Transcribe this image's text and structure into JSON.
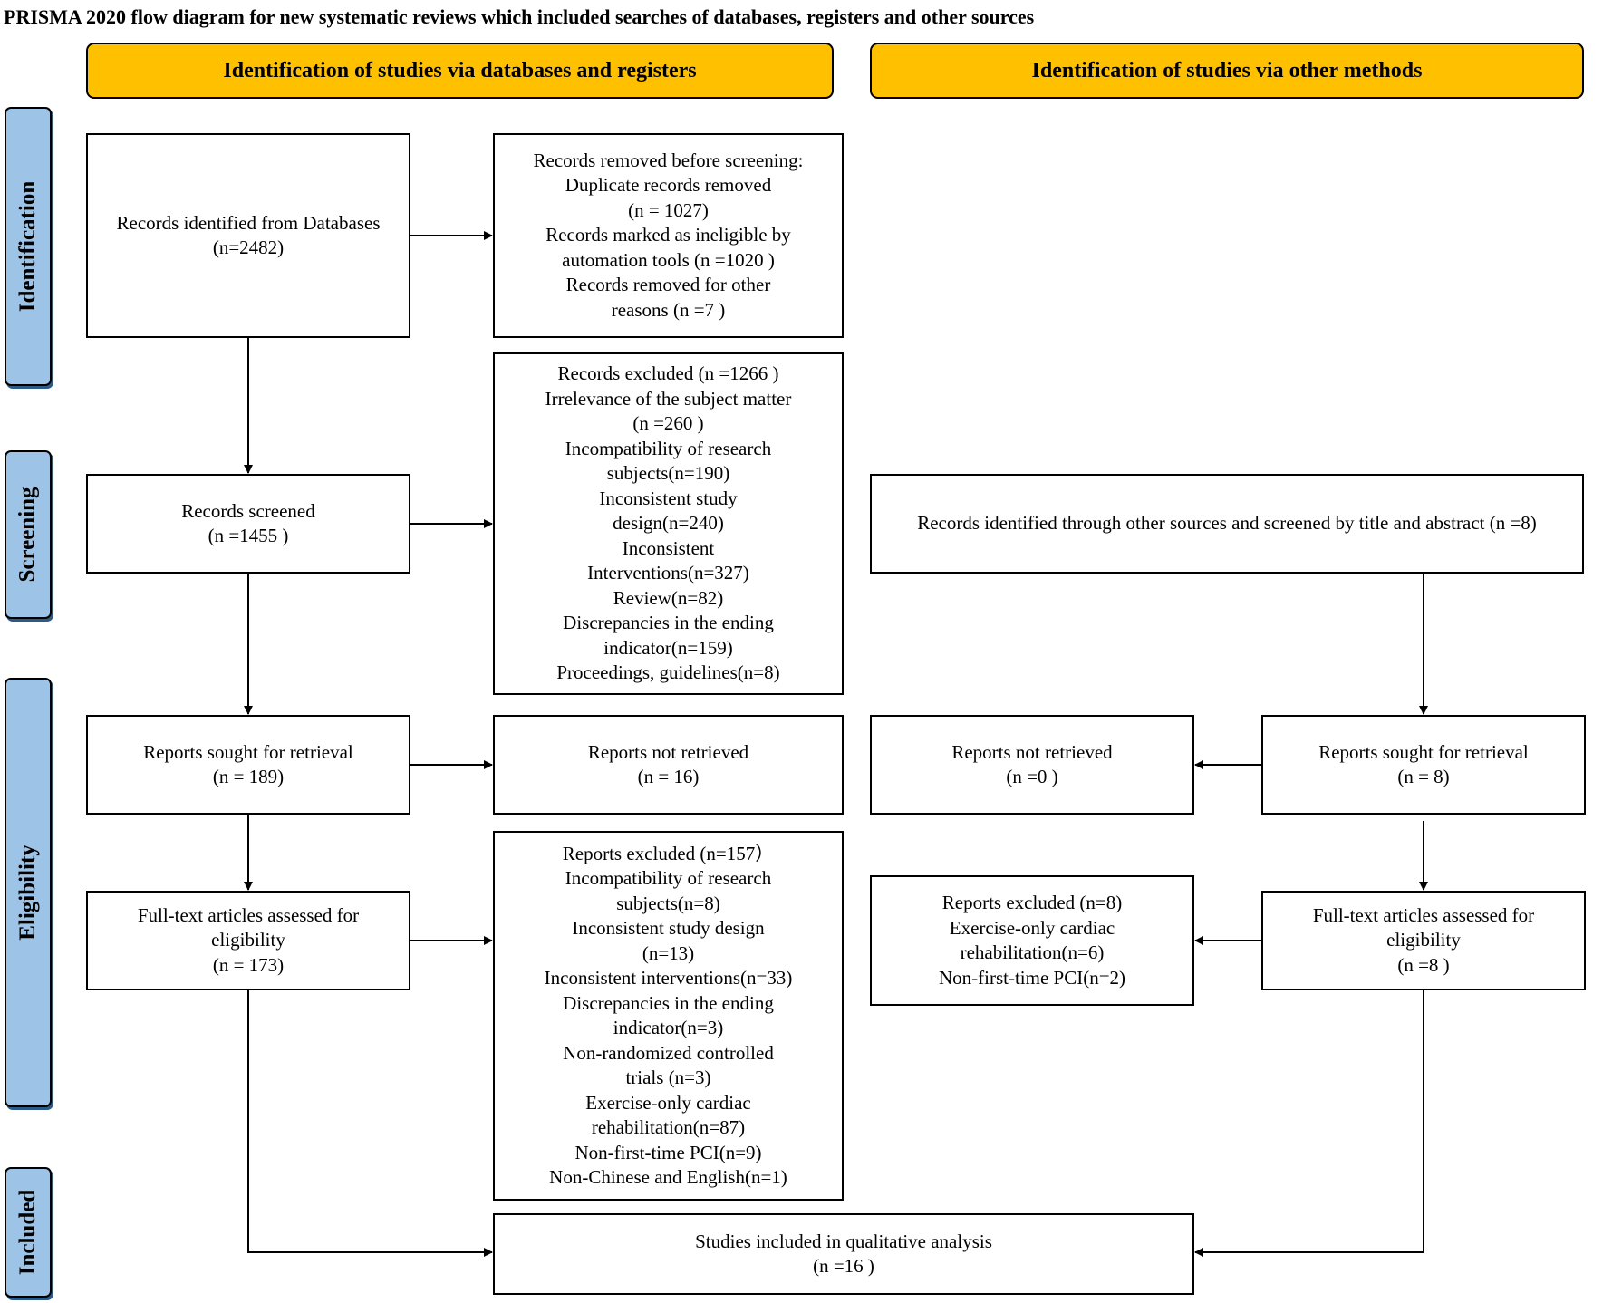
{
  "title": "PRISMA 2020 flow diagram for new systematic reviews which included searches of databases, registers and other sources",
  "headers": {
    "databases": "Identification of studies via databases and registers",
    "other": "Identification of studies via other methods"
  },
  "stages": {
    "identification": "Identification",
    "screening": "Screening",
    "eligibility": "Eligibility",
    "included": "Included"
  },
  "boxes": {
    "records_identified": [
      "Records identified from Databases",
      "(n=2482)"
    ],
    "records_removed": [
      "Records removed before screening:",
      "Duplicate records removed",
      "(n = 1027)",
      "Records marked as ineligible by",
      "automation tools (n =1020 )",
      "Records removed for other",
      "reasons (n =7 )"
    ],
    "records_screened": [
      "Records screened",
      "(n =1455 )"
    ],
    "records_excluded": [
      "Records excluded (n =1266 )",
      "Irrelevance of the subject matter",
      "(n =260 )",
      "Incompatibility of research",
      "subjects(n=190)",
      "Inconsistent study",
      "design(n=240)",
      "Inconsistent",
      "Interventions(n=327)",
      "Review(n=82)",
      "Discrepancies in the ending",
      "indicator(n=159)",
      "Proceedings, guidelines(n=8)"
    ],
    "reports_sought_db": [
      "Reports sought for retrieval",
      "(n = 189)"
    ],
    "reports_not_retrieved_db": [
      "Reports not retrieved",
      "(n = 16)"
    ],
    "fulltext_db": [
      "Full-text articles assessed for",
      "eligibility",
      "(n = 173)"
    ],
    "reports_excluded_db": [
      "Reports excluded (n=157）",
      "Incompatibility of research",
      "subjects(n=8)",
      "Inconsistent study design",
      "(n=13)",
      "Inconsistent interventions(n=33)",
      "Discrepancies in the ending",
      "indicator(n=3)",
      "Non-randomized controlled",
      "trials (n=3)",
      "Exercise-only cardiac",
      "rehabilitation(n=87)",
      "Non-first-time PCI(n=9)",
      "Non-Chinese and English(n=1)"
    ],
    "other_sources": [
      "Records identified through other sources and screened by title and abstract (n =8)"
    ],
    "reports_not_retrieved_other": [
      "Reports not retrieved",
      "(n =0 )"
    ],
    "reports_sought_other": [
      "Reports sought for retrieval",
      "(n = 8)"
    ],
    "reports_excluded_other": [
      "Reports excluded (n=8)",
      "Exercise-only cardiac",
      "rehabilitation(n=6)",
      "Non-first-time PCI(n=2)"
    ],
    "fulltext_other": [
      "Full-text articles assessed for",
      "eligibility",
      "(n =8 )"
    ],
    "included": [
      "Studies included in qualitative analysis",
      "(n =16 )"
    ]
  },
  "colors": {
    "header_fill": "#ffc000",
    "stage_fill": "#9dc3e6",
    "line": "#000000"
  }
}
